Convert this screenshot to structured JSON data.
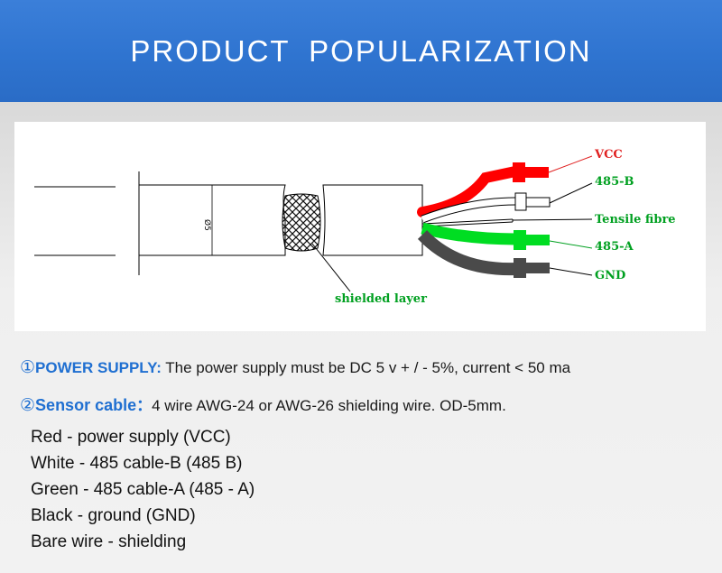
{
  "header": {
    "title": "PRODUCT POPULARIZATION"
  },
  "diagram": {
    "labels": {
      "vcc": "VCC",
      "b485": "485-B",
      "tensile": "Tensile fibre",
      "a485": "485-A",
      "gnd": "GND",
      "shield": "shielded layer",
      "diameter": "Ø5"
    },
    "colors": {
      "red": "#ff0000",
      "green": "#00dd22",
      "black": "#4a4a4a",
      "white": "#ffffff",
      "label_red": "#e02020",
      "label_green": "#00a020"
    }
  },
  "spec": {
    "power": {
      "num": "①",
      "label": "POWER SUPPLY:",
      "text": " The power supply must be DC 5 v + / - 5%, current < 50 ma"
    },
    "cable": {
      "num": "②",
      "label": "Sensor cable",
      "sep": "：",
      "text": "4 wire AWG-24 or AWG-26 shielding wire. OD-5mm."
    },
    "wires": [
      "Red - power supply (VCC)",
      "White - 485 cable-B (485 B)",
      "Green - 485 cable-A (485 - A)",
      "Black - ground (GND)",
      "Bare wire - shielding"
    ]
  }
}
